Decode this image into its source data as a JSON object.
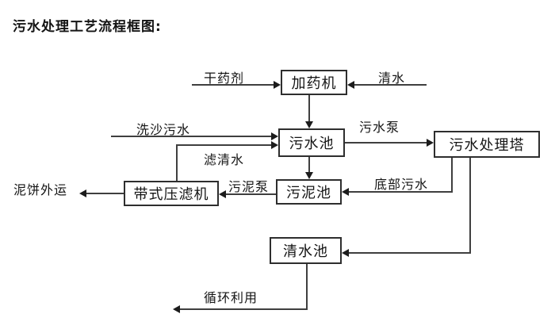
{
  "title": "污水处理工艺流程框图:",
  "nodes": {
    "dosing_machine": "加药机",
    "sewage_pool": "污水池",
    "treatment_tower": "污水处理塔",
    "belt_filter_press": "带式压滤机",
    "sludge_pool": "污泥池",
    "clean_water_pool": "清水池"
  },
  "flow_labels": {
    "dry_chemical": "干药剂",
    "clean_water": "清水",
    "sand_washing_sewage": "洗沙污水",
    "sewage_pump": "污水泵",
    "filtered_clean_water": "滤清水",
    "sludge_pump": "污泥泵",
    "bottom_sewage": "底部污水",
    "mud_cake_shipped_out": "泥饼外运",
    "recycled_use": "循环利用"
  },
  "colors": {
    "line": "#3f3f3f",
    "arrow": "#1c1c1c",
    "box-border": "#2e2e2e",
    "text": "#141414",
    "background": "#ffffff"
  }
}
